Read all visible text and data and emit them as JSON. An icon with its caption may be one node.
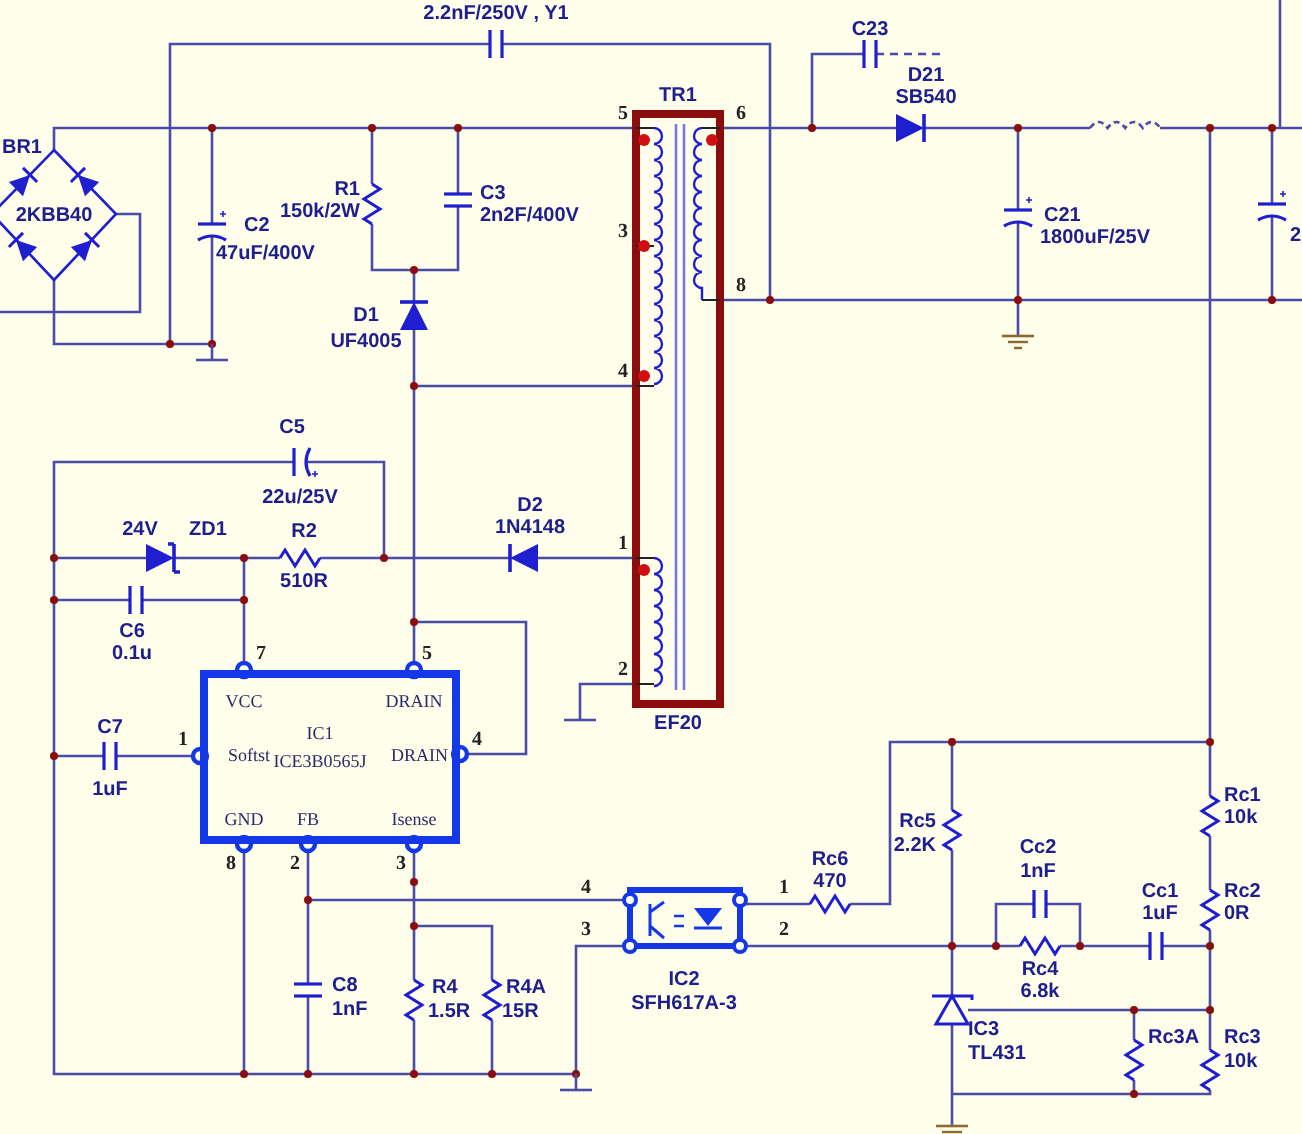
{
  "diagram": {
    "nodes": [
      {
        "text": [
          "TR1"
        ],
        "beside": [
          "EF20",
          "5",
          "6",
          "3",
          "8",
          "4",
          "1",
          "2"
        ]
      },
      {
        "text": [
          "IC1",
          "ICE3B0565J",
          "VCC",
          "DRAIN",
          "Softst",
          "DRAIN",
          "GND",
          "FB",
          "Isense"
        ],
        "beside": [
          "7",
          "5",
          "1",
          "4",
          "8",
          "2",
          "3"
        ]
      },
      {
        "text": [
          "IC2",
          "SFH617A-3"
        ],
        "beside": [
          "4",
          "1",
          "3",
          "2"
        ]
      }
    ],
    "edges": [
      {
        "from": 0,
        "to": 1,
        "arrow": "none"
      },
      {
        "from": 1,
        "to": 2,
        "arrow": "none"
      },
      {
        "from": 1,
        "to": 2,
        "arrow": "none"
      }
    ],
    "labels": [
      "2.2nF/250V , Y1",
      "C23",
      "D21",
      "SB540",
      "BR1",
      "2KBB40",
      "R1",
      "150k/2W",
      "C3",
      "2n2F/400V",
      "C2",
      "47uF/400V",
      "D1",
      "UF4005",
      "C21",
      "1800uF/25V",
      "2",
      "C5",
      "22u/25V",
      "24V",
      "ZD1",
      "R2",
      "510R",
      "D2",
      "1N4148",
      "C6",
      "0.1u",
      "C7",
      "1uF",
      "Rc5",
      "2.2K",
      "Rc1",
      "10k",
      "Rc6",
      "470",
      "Cc2",
      "1nF",
      "Cc1",
      "1uF",
      "Rc2",
      "0R",
      "C8",
      "1nF",
      "R4",
      "1.5R",
      "R4A",
      "15R",
      "Rc4",
      "6.8k",
      "IC3",
      "TL431",
      "Rc3A",
      "Rc3",
      "10k"
    ]
  }
}
